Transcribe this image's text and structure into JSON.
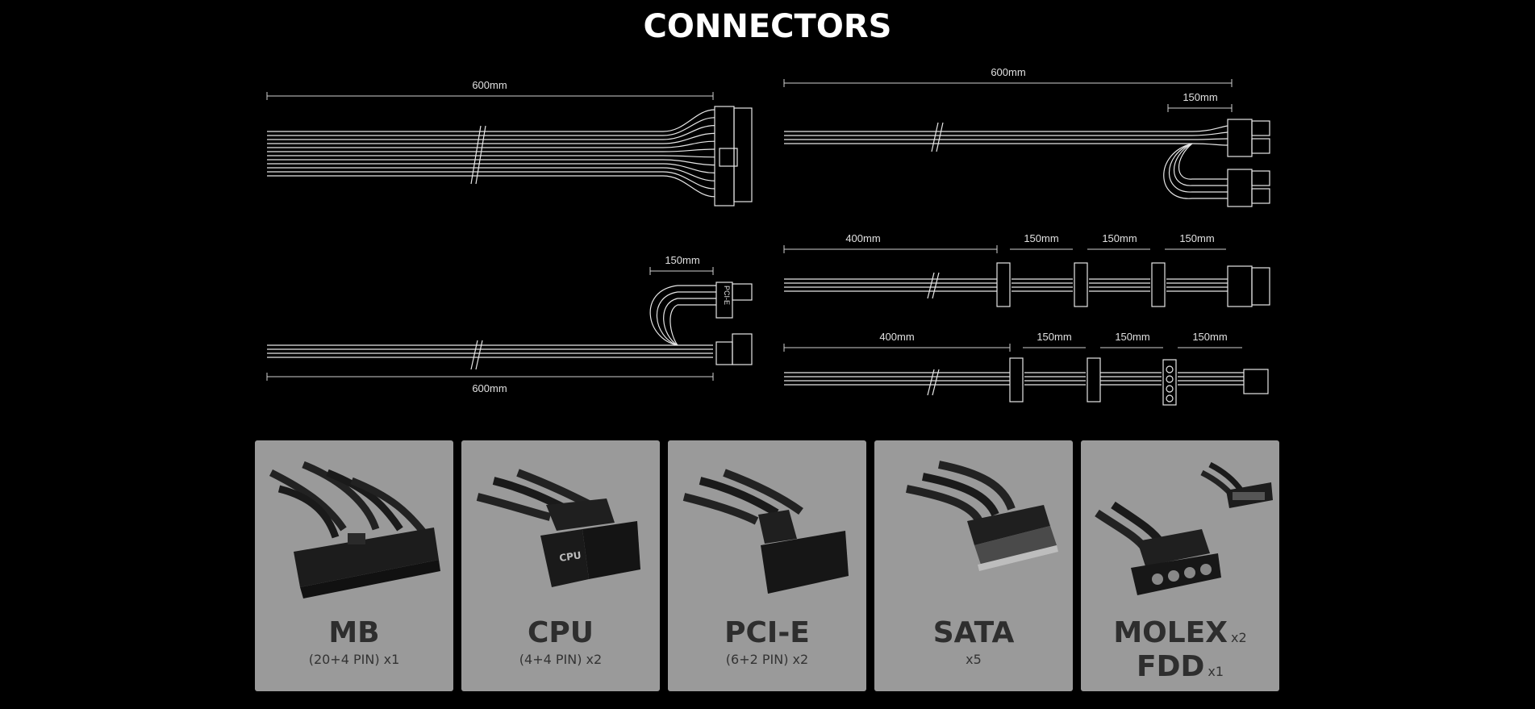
{
  "title": "CONNECTORS",
  "dimensions": {
    "mb_length": "600mm",
    "cpu_length": "600mm",
    "cpu_branch": "150mm",
    "pcie_branch": "150mm",
    "pcie_length": "600mm",
    "pcie_label": "PCI-E",
    "sata_lead": "400mm",
    "sata_seg1": "150mm",
    "sata_seg2": "150mm",
    "sata_seg3": "150mm",
    "molex_lead": "400mm",
    "molex_seg1": "150mm",
    "molex_seg2": "150mm",
    "molex_seg3": "150mm"
  },
  "cards": [
    {
      "name": "MB",
      "spec": "(20+4 PIN) x1"
    },
    {
      "name": "CPU",
      "spec": "(4+4 PIN) x2",
      "plug_label": "CPU"
    },
    {
      "name": "PCI-E",
      "spec": "(6+2 PIN) x2"
    },
    {
      "name": "SATA",
      "spec": "x5"
    },
    {
      "name": "MOLEX",
      "qty": "x2",
      "name2": "FDD",
      "qty2": "x1"
    }
  ]
}
